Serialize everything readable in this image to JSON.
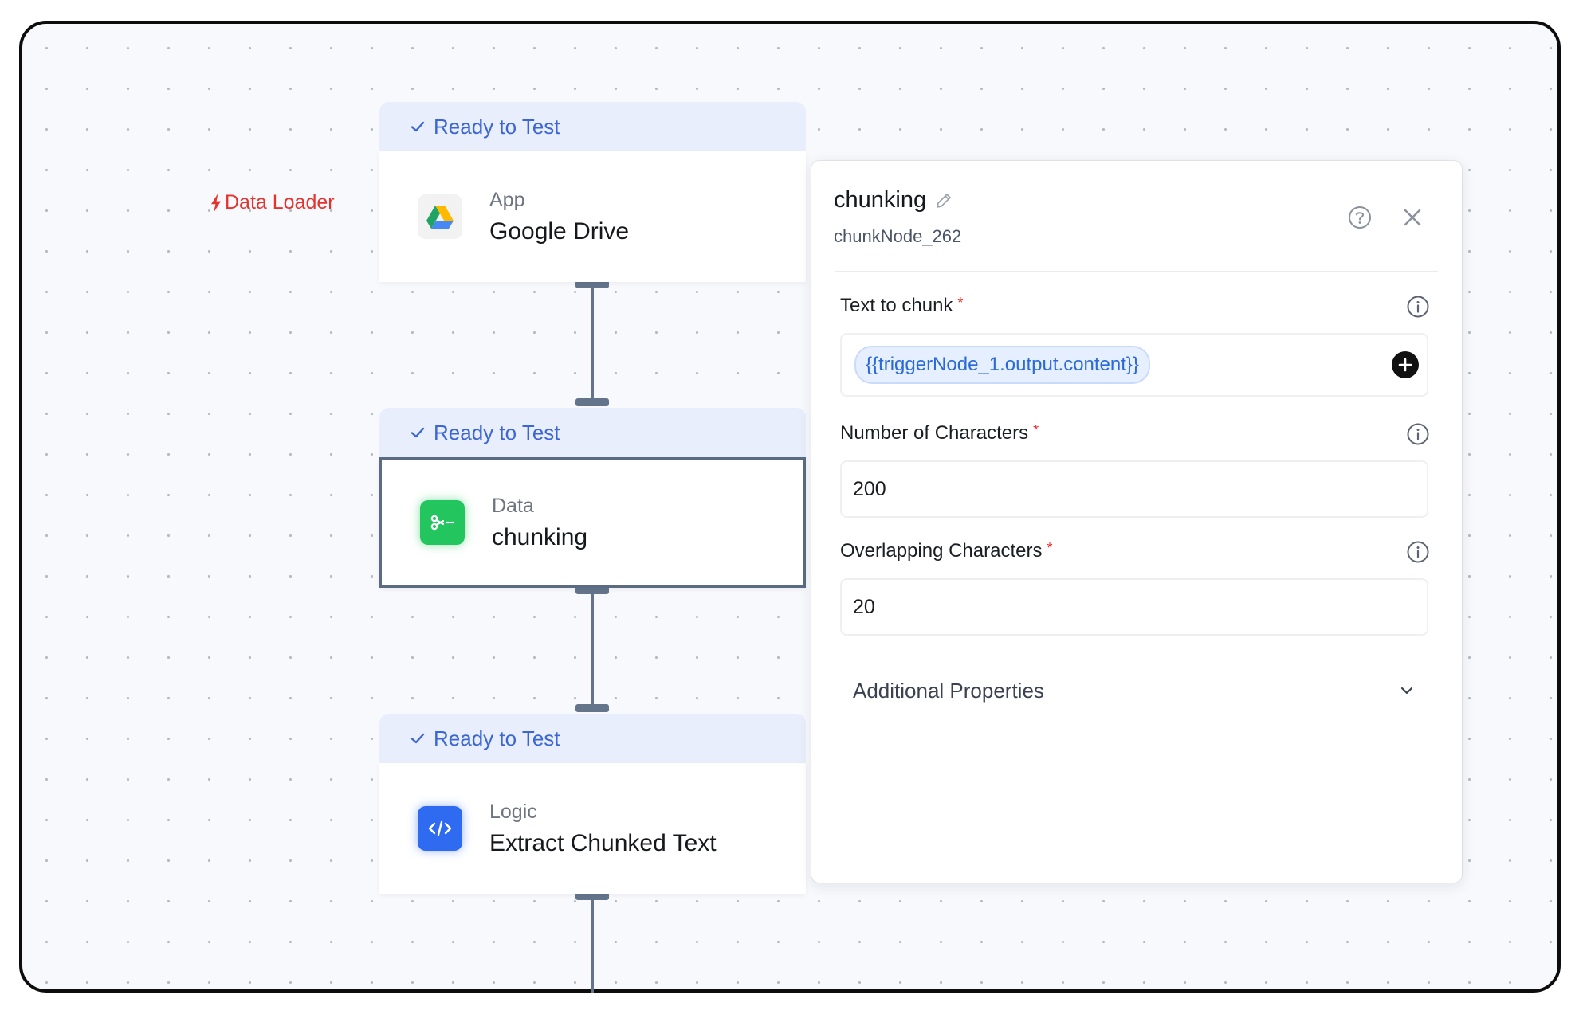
{
  "canvas": {
    "trigger_label": "Data Loader"
  },
  "nodes": [
    {
      "status": "Ready to Test",
      "category": "App",
      "title": "Google Drive",
      "icon": "google-drive-icon"
    },
    {
      "status": "Ready to Test",
      "category": "Data",
      "title": "chunking",
      "icon": "scissors-icon"
    },
    {
      "status": "Ready to Test",
      "category": "Logic",
      "title": "Extract Chunked Text",
      "icon": "code-icon"
    }
  ],
  "panel": {
    "title": "chunking",
    "node_id": "chunkNode_262",
    "fields": [
      {
        "label": "Text to chunk",
        "required_mark": "*",
        "value": "{{triggerNode_1.output.content}}"
      },
      {
        "label": "Number of Characters",
        "required_mark": "*",
        "value": "200"
      },
      {
        "label": "Overlapping Characters",
        "required_mark": "*",
        "value": "20"
      }
    ],
    "additional_properties": "Additional Properties"
  },
  "colors": {
    "status_blue": "#3b66d4",
    "required_red": "#e5322d",
    "data_green": "#22c55e",
    "logic_blue": "#2f6bf0"
  }
}
